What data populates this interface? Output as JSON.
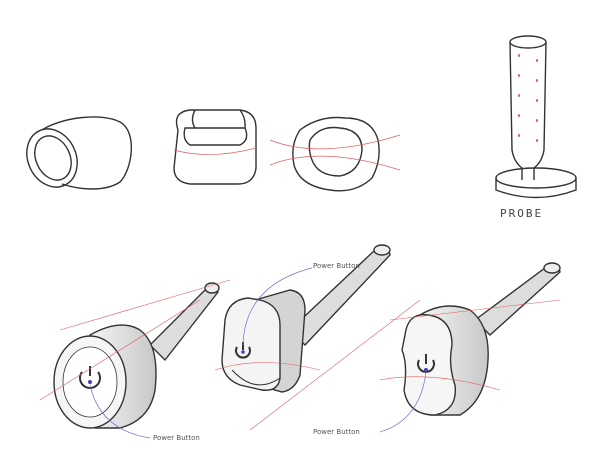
{
  "labels": {
    "probe": "PROBE",
    "power_button_top": "Power Button",
    "power_button_left": "Power Button",
    "power_button_right": "Power Button"
  },
  "colors": {
    "line": "#333333",
    "construction": "#e06060",
    "callout": "#7070d0",
    "shade": "#d8d8d8"
  }
}
